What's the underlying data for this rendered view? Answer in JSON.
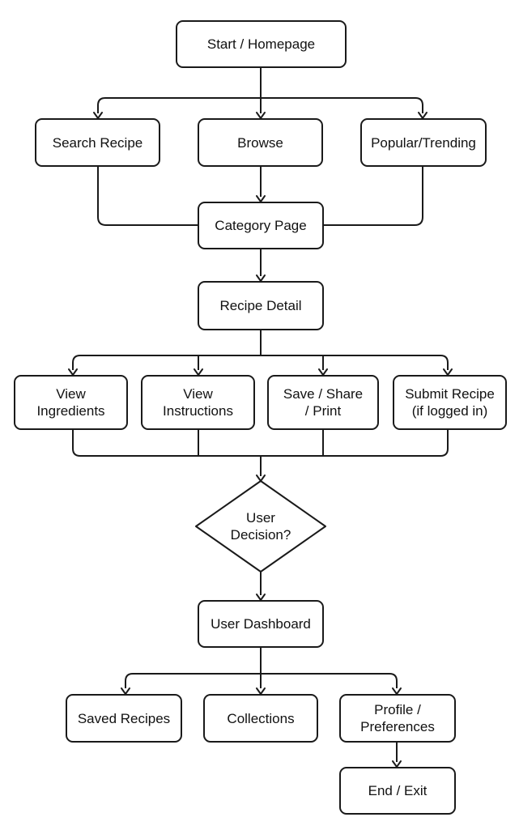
{
  "nodes": {
    "start": "Start / Homepage",
    "search": "Search Recipe",
    "browse": "Browse",
    "popular": "Popular/Trending",
    "category": "Category Page",
    "recipe_detail": "Recipe Detail",
    "view_ingredients": "View\nIngredients",
    "view_instructions": "View\nInstructions",
    "save_share_print": "Save / Share\n/ Print",
    "submit_recipe": "Submit Recipe\n(if logged in)",
    "user_decision": "User\nDecision?",
    "user_dashboard": "User Dashboard",
    "saved_recipes": "Saved Recipes",
    "collections": "Collections",
    "profile_preferences": "Profile /\nPreferences",
    "end_exit": "End / Exit"
  }
}
